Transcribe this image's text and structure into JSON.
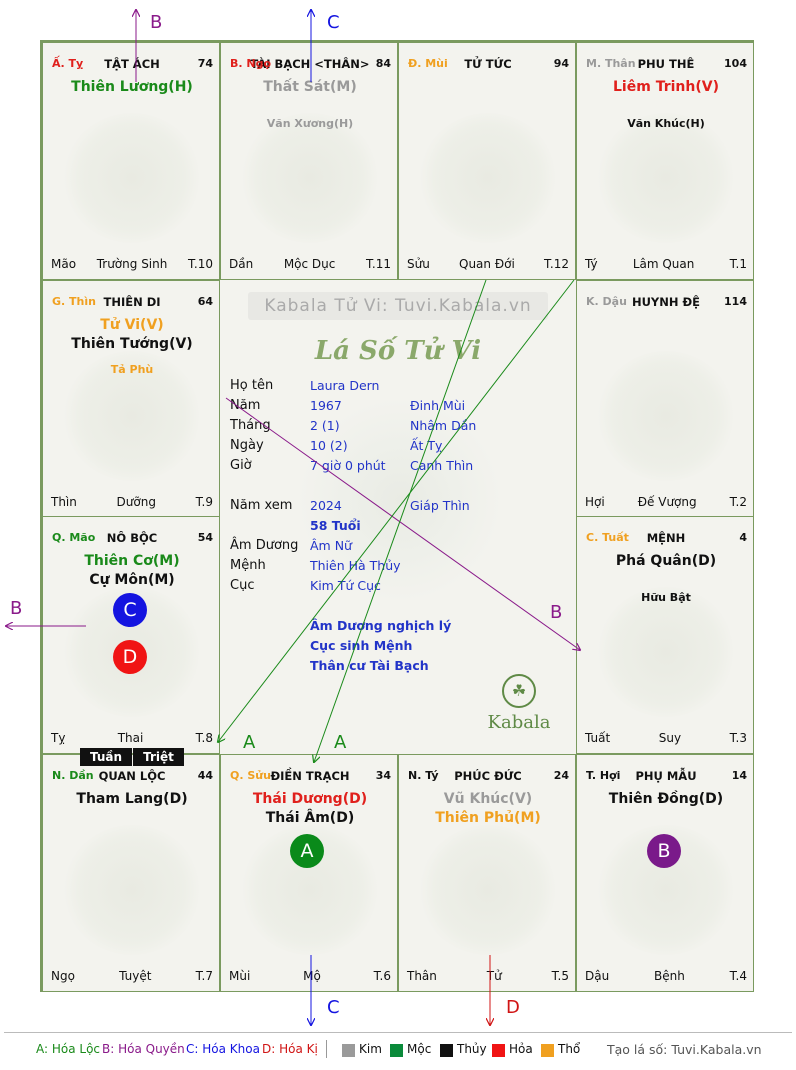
{
  "watermark": "Kabala Tử Vi: Tuvi.Kabala.vn",
  "chart_title": "Lá Số Tử Vi",
  "cells": [
    {
      "id": "ty-ti",
      "stem": "Ấ. Tỵ",
      "stem_color": "#e0201c",
      "name": "TẬT ÁCH",
      "num": "74",
      "s1": "Thiên Lương(H)",
      "s1_color": "#1a8a1a",
      "s2": "",
      "s2_color": "",
      "minor": "",
      "minor_color": "",
      "foot_l": "Mão",
      "foot_m": "Trường Sinh",
      "foot_r": "T.10"
    },
    {
      "id": "ngo",
      "stem": "B. Ngọ",
      "stem_color": "#e0201c",
      "name": "TÀI BẠCH <THÂN>",
      "num": "84",
      "s1": "Thất Sát(M)",
      "s1_color": "#9a9a9a",
      "s2": "",
      "s2_color": "",
      "minor": "Văn Xương(H)",
      "minor_color": "#9a9a9a",
      "foot_l": "Dần",
      "foot_m": "Mộc Dục",
      "foot_r": "T.11"
    },
    {
      "id": "mui",
      "stem": "Đ. Mùi",
      "stem_color": "#f0a020",
      "name": "TỬ TỨC",
      "num": "94",
      "s1": "",
      "s1_color": "",
      "s2": "",
      "s2_color": "",
      "minor": "",
      "minor_color": "",
      "foot_l": "Sửu",
      "foot_m": "Quan Đới",
      "foot_r": "T.12"
    },
    {
      "id": "than",
      "stem": "M. Thân",
      "stem_color": "#9a9a9a",
      "name": "PHU THÊ",
      "num": "104",
      "s1": "Liêm Trinh(V)",
      "s1_color": "#e0201c",
      "s2": "",
      "s2_color": "",
      "minor": "Văn Khúc(H)",
      "minor_color": "#111111",
      "foot_l": "Tý",
      "foot_m": "Lâm Quan",
      "foot_r": "T.1"
    },
    {
      "id": "thin",
      "stem": "G. Thìn",
      "stem_color": "#f0a020",
      "name": "THIÊN DI",
      "num": "64",
      "s1": "Tử Vi(V)",
      "s1_color": "#f0a020",
      "s2": "Thiên Tướng(V)",
      "s2_color": "#111111",
      "minor": "Tả Phù",
      "minor_color": "#f0a020",
      "foot_l": "Thìn",
      "foot_m": "Dưỡng",
      "foot_r": "T.9"
    },
    {
      "id": "dau",
      "stem": "K. Dậu",
      "stem_color": "#9a9a9a",
      "name": "HUYNH ĐỆ",
      "num": "114",
      "s1": "",
      "s1_color": "",
      "s2": "",
      "s2_color": "",
      "minor": "",
      "minor_color": "",
      "foot_l": "Hợi",
      "foot_m": "Đế Vượng",
      "foot_r": "T.2"
    },
    {
      "id": "mao",
      "stem": "Q. Mão",
      "stem_color": "#1a8a1a",
      "name": "NÔ BỘC",
      "num": "54",
      "s1": "Thiên Cơ(M)",
      "s1_color": "#1a8a1a",
      "s2": "Cự Môn(M)",
      "s2_color": "#111111",
      "minor": "",
      "minor_color": "",
      "foot_l": "Tỵ",
      "foot_m": "Thai",
      "foot_r": "T.8"
    },
    {
      "id": "tuat",
      "stem": "C. Tuất",
      "stem_color": "#f0a020",
      "name": "MỆNH",
      "num": "4",
      "s1": "Phá Quân(D)",
      "s1_color": "#111111",
      "s2": "",
      "s2_color": "",
      "minor": "Hữu Bật",
      "minor_color": "#111111",
      "foot_l": "Tuất",
      "foot_m": "Suy",
      "foot_r": "T.3"
    },
    {
      "id": "dan",
      "stem": "N. Dần",
      "stem_color": "#1a8a1a",
      "name": "QUAN LỘC",
      "num": "44",
      "s1": "Tham Lang(D)",
      "s1_color": "#111111",
      "s2": "",
      "s2_color": "",
      "minor": "",
      "minor_color": "",
      "foot_l": "Ngọ",
      "foot_m": "Tuyệt",
      "foot_r": "T.7"
    },
    {
      "id": "suu",
      "stem": "Q. Sửu",
      "stem_color": "#f0a020",
      "name": "ĐIỀN TRẠCH",
      "num": "34",
      "s1": "Thái Dương(D)",
      "s1_color": "#e0201c",
      "s2": "Thái Âm(D)",
      "s2_color": "#111111",
      "minor": "",
      "minor_color": "",
      "foot_l": "Mùi",
      "foot_m": "Mộ",
      "foot_r": "T.6"
    },
    {
      "id": "ty",
      "stem": "N. Tý",
      "stem_color": "#111111",
      "name": "PHÚC ĐỨC",
      "num": "24",
      "s1": "Vũ Khúc(V)",
      "s1_color": "#9a9a9a",
      "s2": "Thiên Phủ(M)",
      "s2_color": "#f0a020",
      "minor": "",
      "minor_color": "",
      "foot_l": "Thân",
      "foot_m": "Tử",
      "foot_r": "T.5"
    },
    {
      "id": "hoi",
      "stem": "T. Hợi",
      "stem_color": "#111111",
      "name": "PHỤ MẪU",
      "num": "14",
      "s1": "Thiên Đồng(D)",
      "s1_color": "#111111",
      "s2": "",
      "s2_color": "",
      "minor": "",
      "minor_color": "",
      "foot_l": "Dậu",
      "foot_m": "Bệnh",
      "foot_r": "T.4"
    }
  ],
  "badges": [
    {
      "letter": "C",
      "color": "#1414e0"
    },
    {
      "letter": "D",
      "color": "#f01414"
    },
    {
      "letter": "A",
      "color": "#0a8a1a"
    },
    {
      "letter": "B",
      "color": "#7a1a8a"
    }
  ],
  "info": {
    "name_label": "Họ tên",
    "name": "Laura Dern",
    "year_label": "Năm",
    "year": "1967",
    "year_can": "Đinh Mùi",
    "month_label": "Tháng",
    "month": "2  (1)",
    "month_can": "Nhâm Dần",
    "day_label": "Ngày",
    "day": "10  (2)",
    "day_can": "Ất Tỵ",
    "hour_label": "Giờ",
    "hour": "7 giờ 0 phút",
    "hour_can": "Canh Thìn",
    "view_label": "Năm xem",
    "view_year": "2024",
    "view_can": "Giáp Thìn",
    "age": "58 Tuổi",
    "amduong_label": "Âm Dương",
    "amduong": "Âm Nữ",
    "menh_label": "Mệnh",
    "menh": "Thiên Hà Thủy",
    "cuc_label": "Cục",
    "cuc": "Kim Tứ Cục",
    "note1": "Âm Dương nghịch lý",
    "note2": "Cục sinh Mệnh",
    "note3": "Thân cư Tài Bạch"
  },
  "logo_text": "Kabala",
  "tuan": "Tuần",
  "triet": "Triệt",
  "arrow_labels": {
    "top_b": "B",
    "top_c": "C",
    "left_b": "B",
    "mid_b": "B",
    "a1": "A",
    "a2": "A",
    "bottom_c": "C",
    "bottom_d": "D"
  },
  "legend": {
    "a": "A: Hóa Lộc",
    "b": "B: Hóa Quyền",
    "c": "C: Hóa Khoa",
    "d": "D: Hóa Kị",
    "kim": "Kim",
    "moc": "Mộc",
    "thuy": "Thủy",
    "hoa": "Hỏa",
    "tho": "Thổ",
    "kim_color": "#9a9a9a",
    "moc_color": "#0a8a3a",
    "thuy_color": "#111111",
    "hoa_color": "#f01414",
    "tho_color": "#f0a020",
    "site": "Tạo lá số: Tuvi.Kabala.vn"
  }
}
